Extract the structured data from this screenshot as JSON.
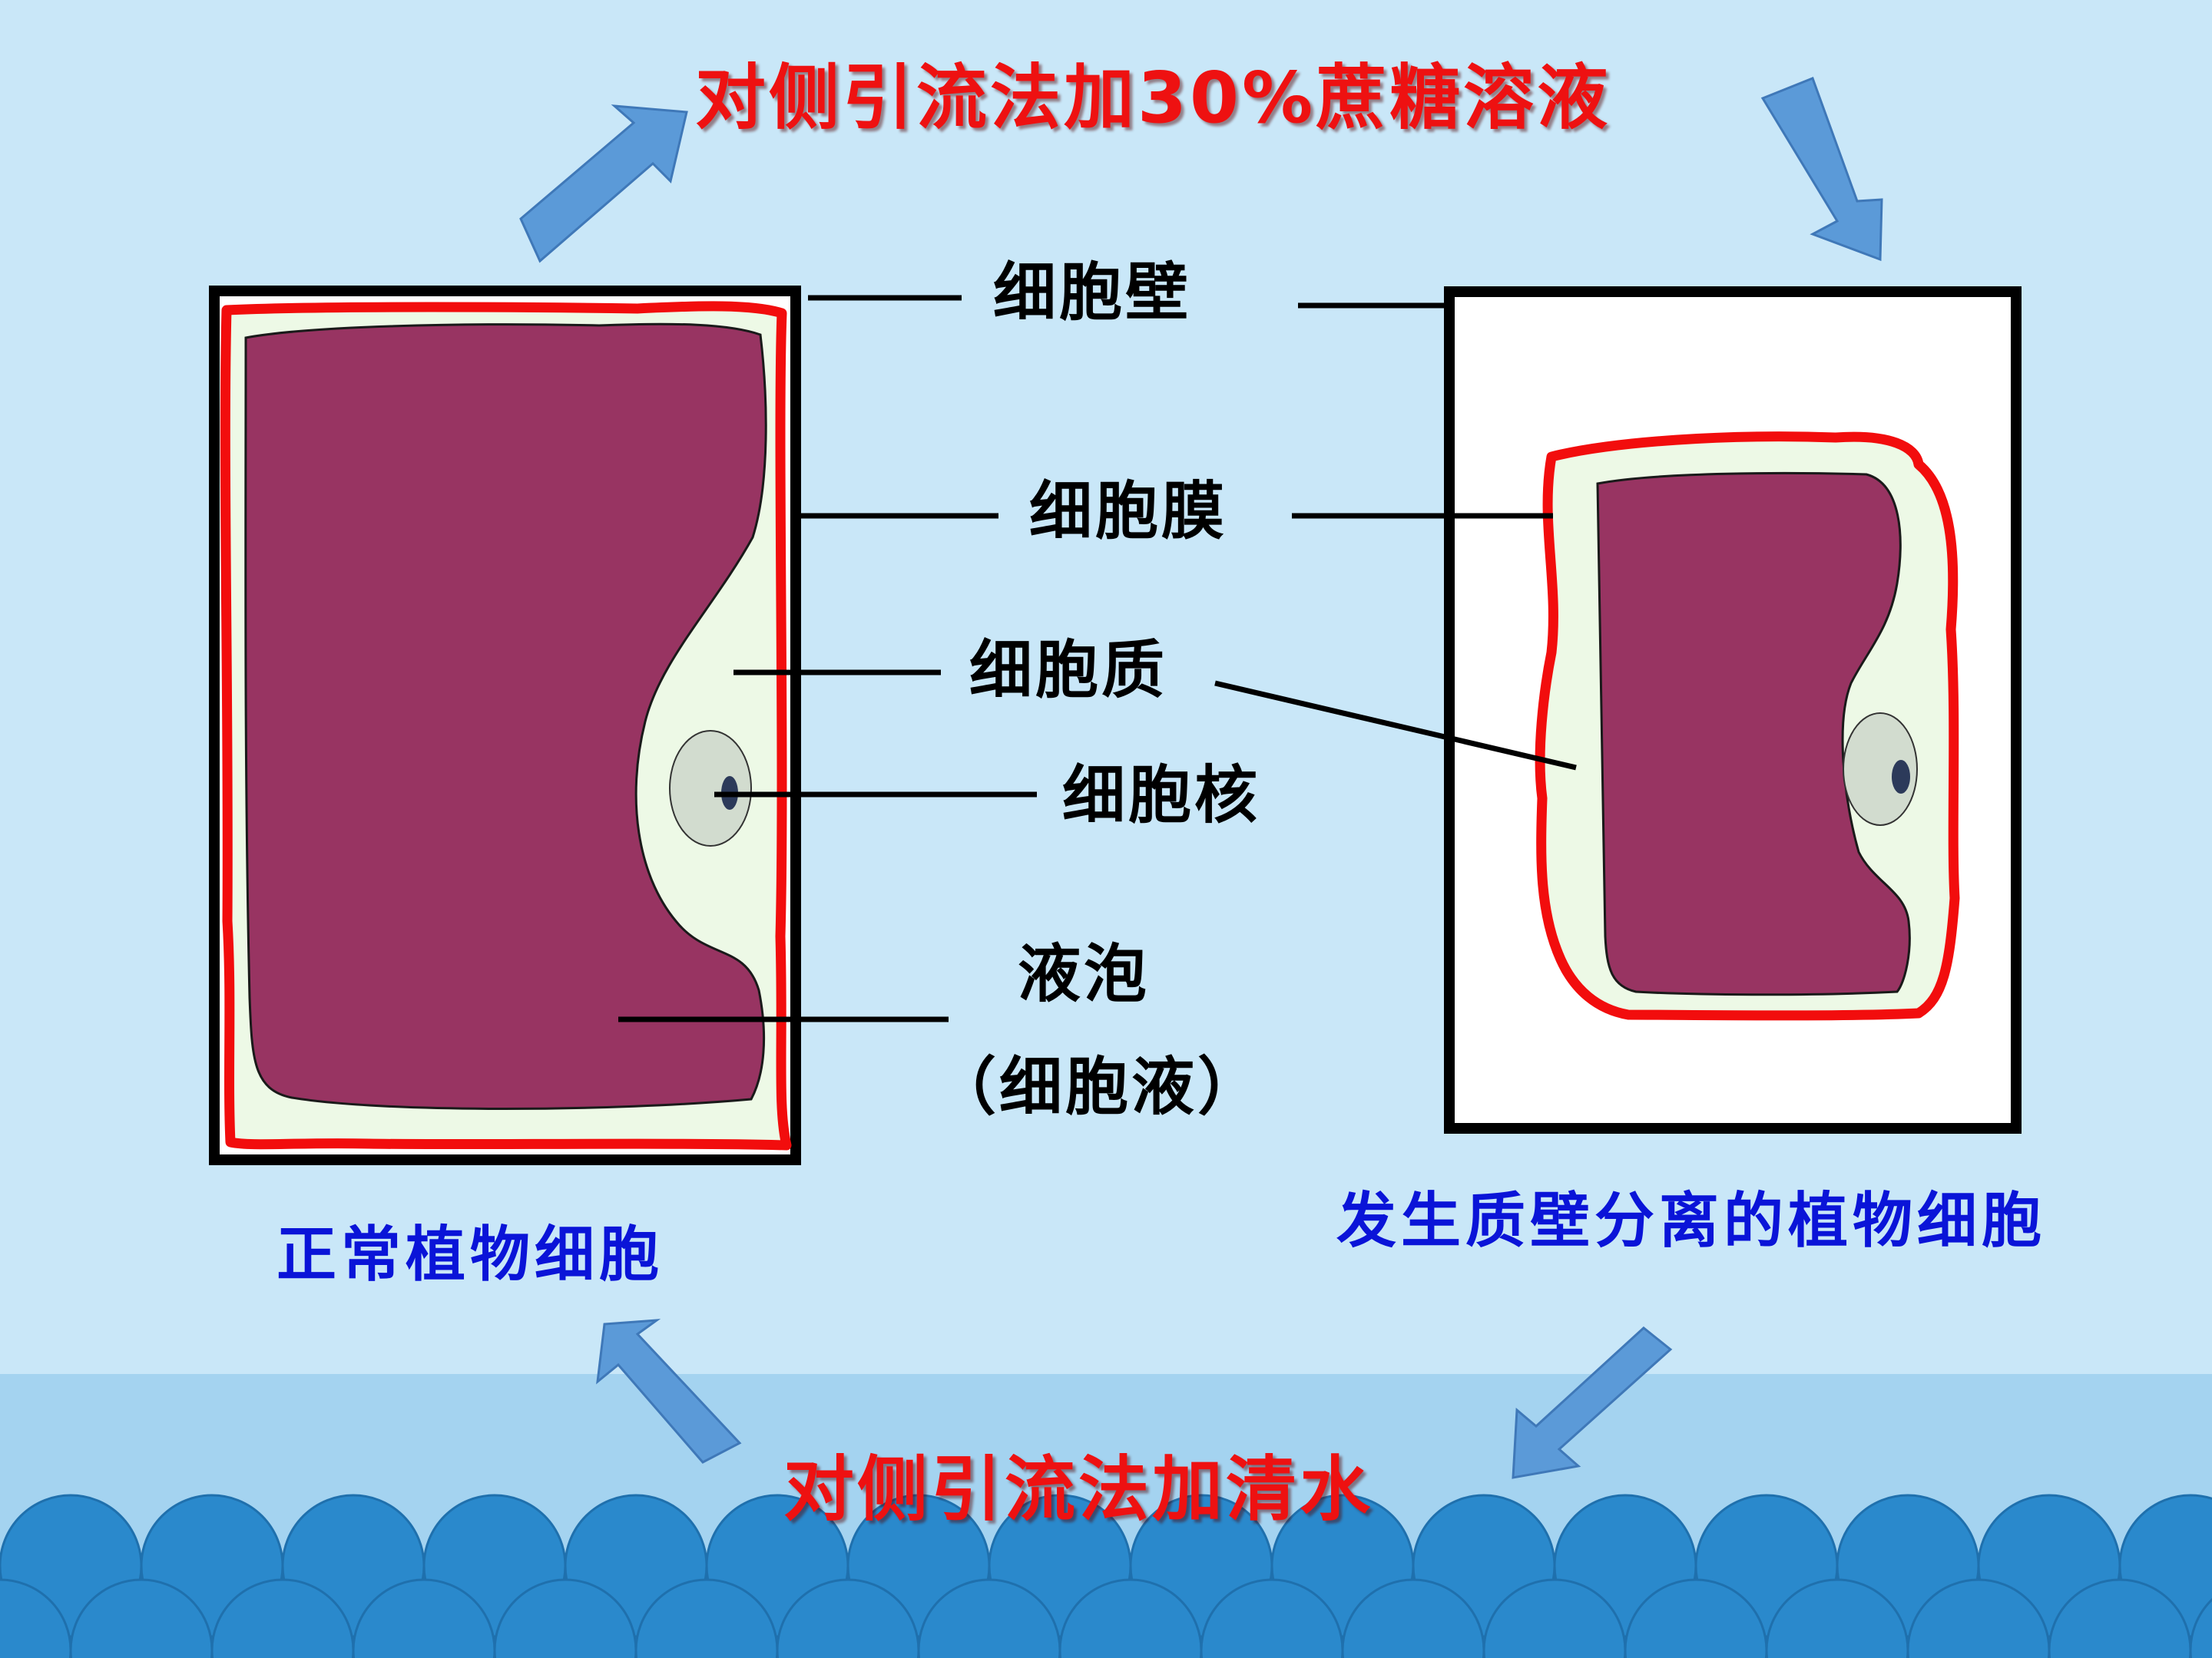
{
  "colors": {
    "background": "#c9e7f8",
    "band": "#a4d3f0",
    "wave": "#2a89cc",
    "cell_wall": "#000000",
    "cell_membrane": "#f20d0d",
    "cytoplasm": "#edf9e6",
    "vacuole": "#983462",
    "nucleus": "#d2dccf",
    "nucleolus": "#2c3a5a",
    "arrow": "#5b9ad8",
    "label_text": "#000000",
    "caption_text": "#0a14d8",
    "process_text": "#ee1111"
  },
  "process": {
    "top": "对侧引流法加30%蔗糖溶液",
    "bottom": "对侧引流法加清水"
  },
  "labels": {
    "cell_wall": "细胞壁",
    "cell_membrane": "细胞膜",
    "cytoplasm": "细胞质",
    "nucleus": "细胞核",
    "vacuole": "液泡",
    "cell_sap": "（细胞液）"
  },
  "captions": {
    "normal_cell": "正常植物细胞",
    "plasmolyzed_cell": "发生质壁分离的植物细胞"
  },
  "icons": [
    "arrow-up-right-icon",
    "arrow-down-right-icon",
    "arrow-down-left-icon",
    "arrow-up-left-icon"
  ]
}
